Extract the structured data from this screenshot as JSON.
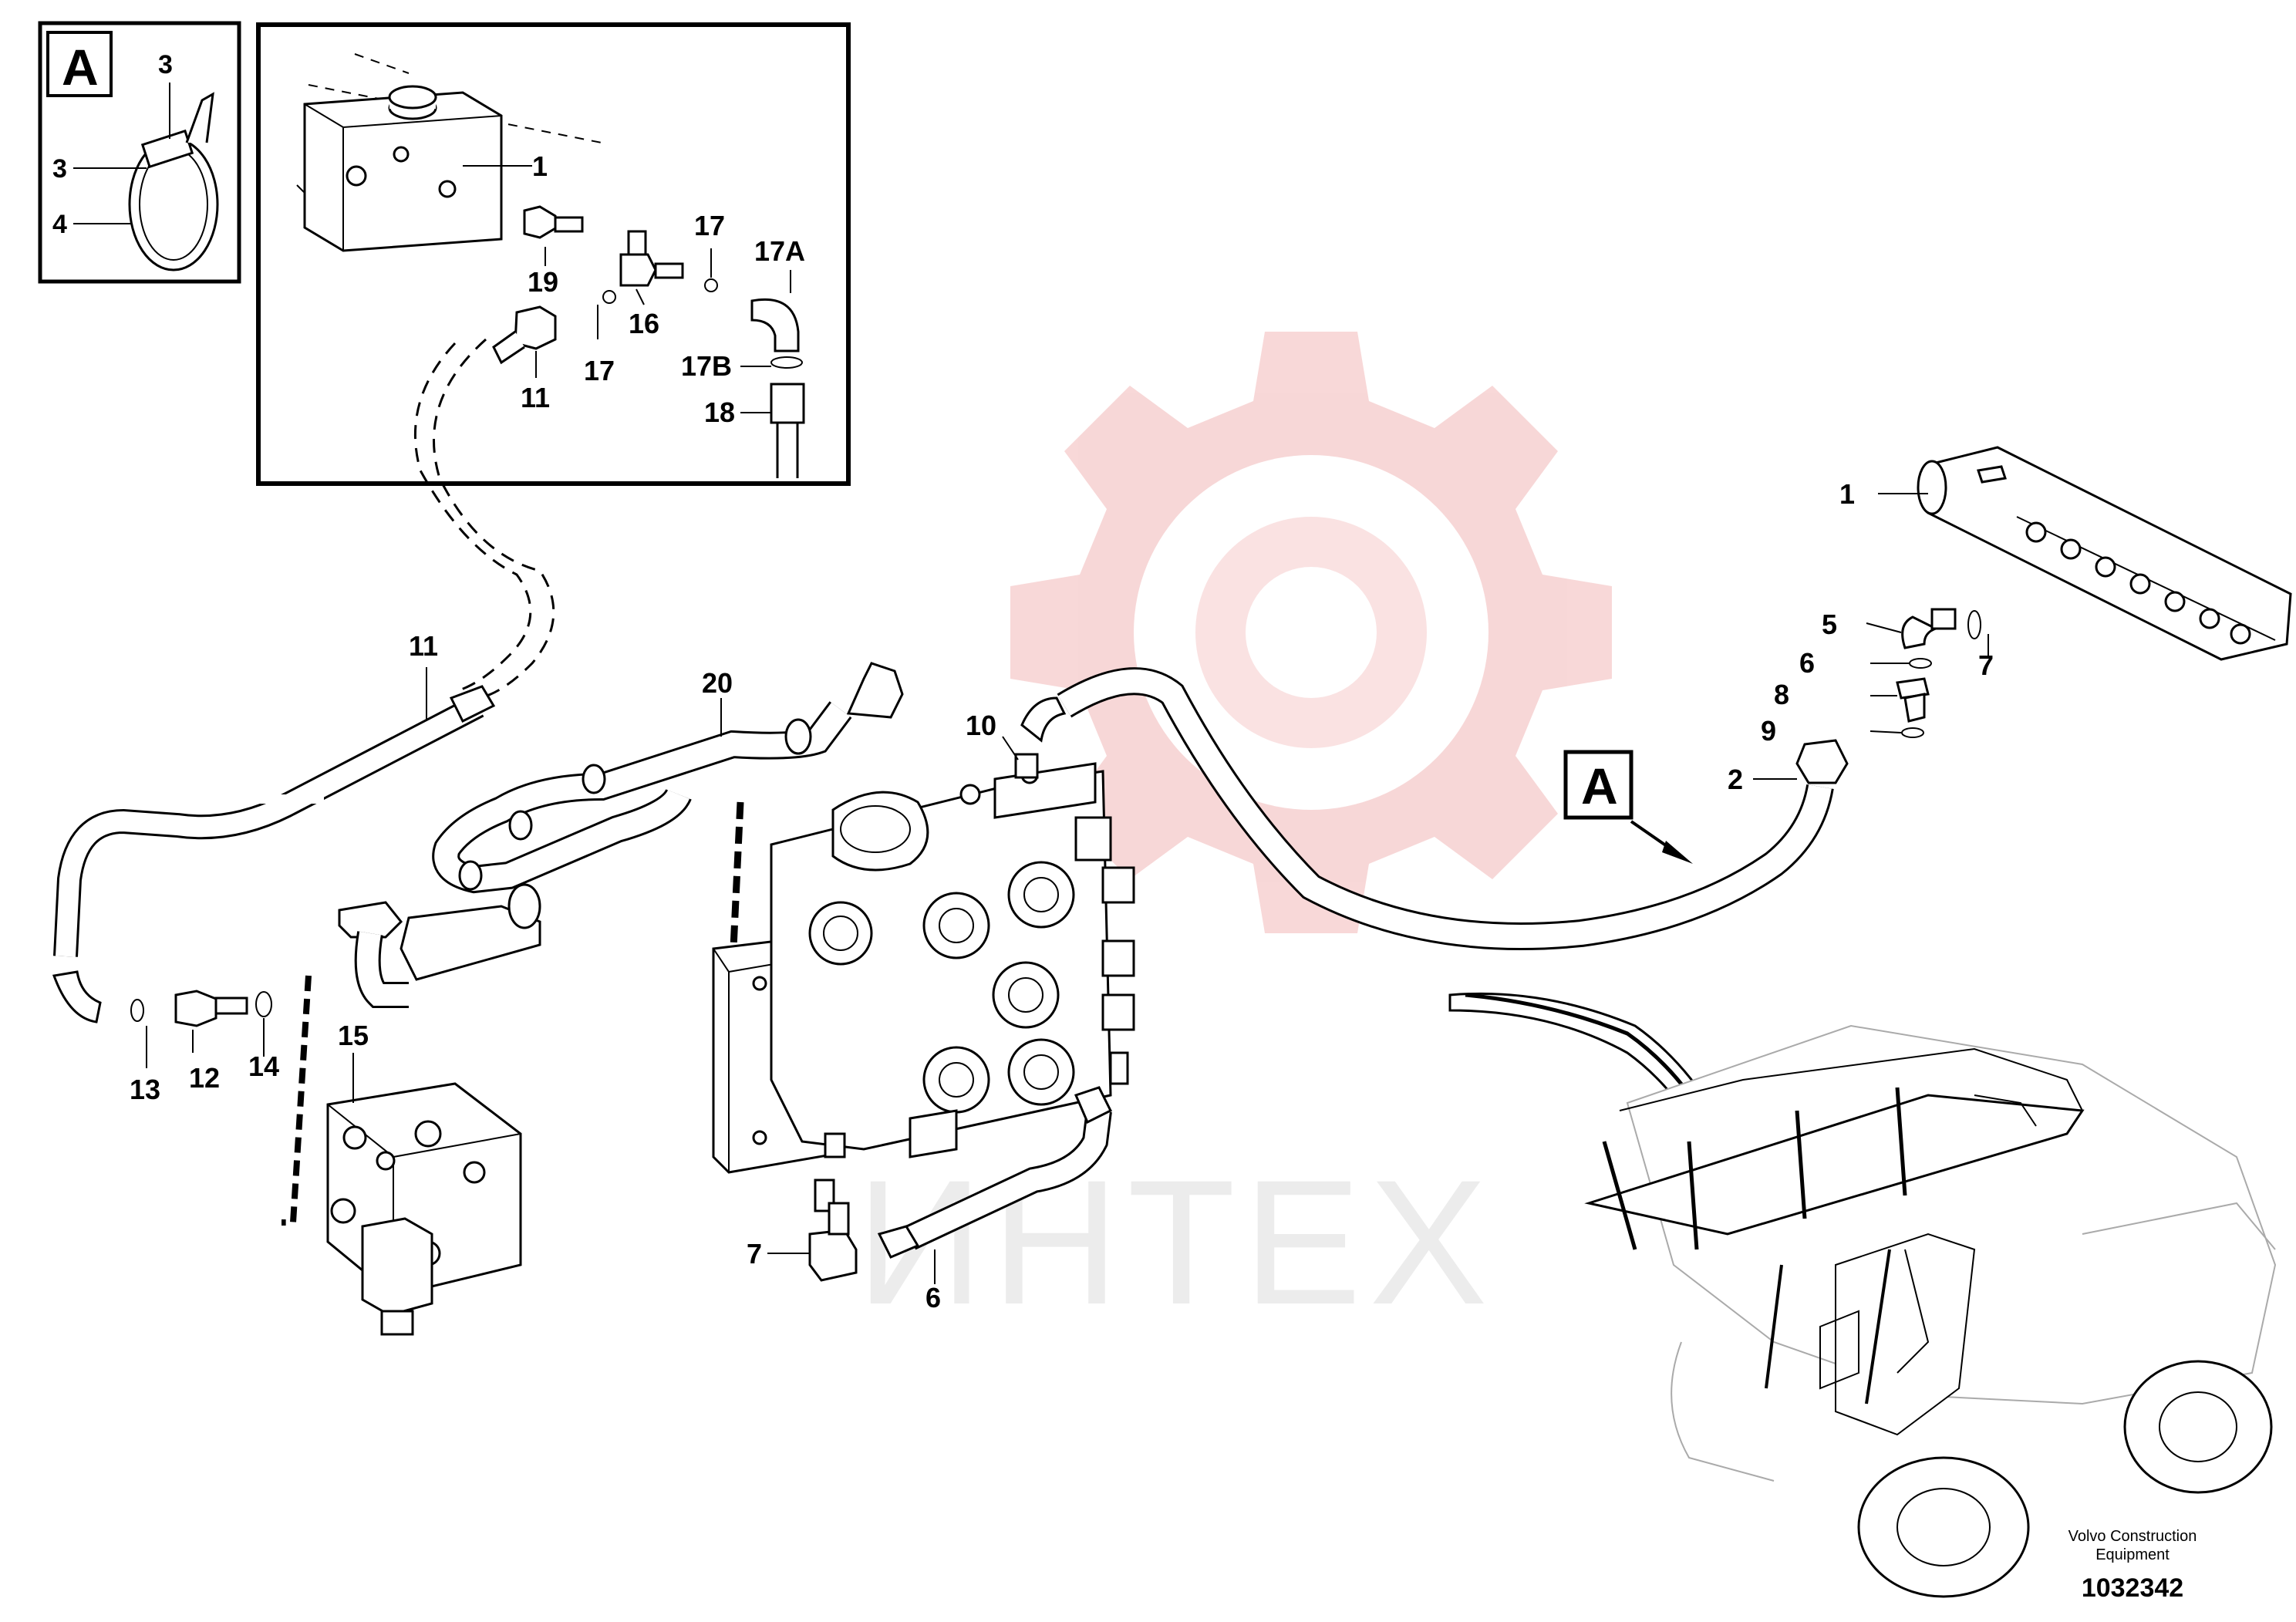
{
  "detail_letter": "A",
  "callout_letter": "A",
  "footer": {
    "company": "Volvo Construction",
    "company_line2": "Equipment",
    "drawing_number": "1032342"
  },
  "watermark_text": "ИНТЕХ",
  "watermark_color": "#e8a6a6",
  "detail_box_labels": {
    "c3a": "3",
    "c3b": "3",
    "c4": "4"
  },
  "inset_labels": {
    "c1": "1",
    "c19": "19",
    "c16": "16",
    "c17a": "17",
    "c17b": "17",
    "c17A": "17A",
    "c17B": "17B",
    "c18": "18",
    "c11": "11"
  },
  "main_labels": {
    "c11": "11",
    "c20": "20",
    "c10": "10",
    "c13": "13",
    "c12": "12",
    "c14": "14",
    "c15": "15",
    "c7": "7",
    "c6": "6"
  },
  "right_labels": {
    "c1": "1",
    "c5": "5",
    "c6": "6",
    "c7": "7",
    "c8": "8",
    "c9": "9",
    "c2": "2"
  }
}
